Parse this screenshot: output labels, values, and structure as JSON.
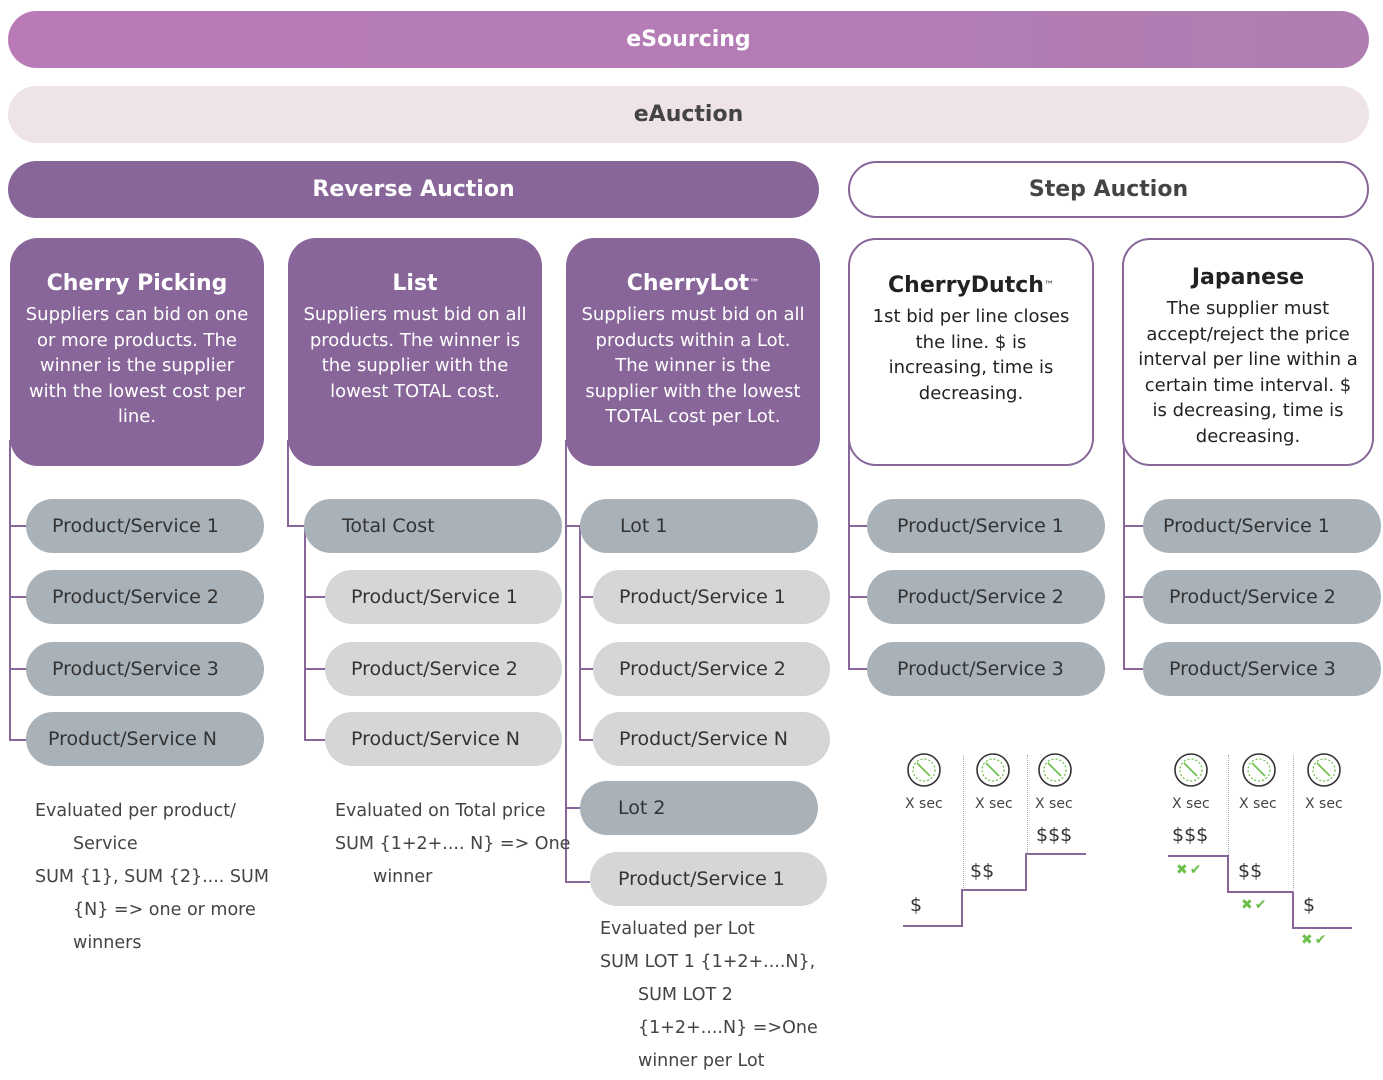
{
  "bands": {
    "esourcing": "eSourcing",
    "eauction": "eAuction",
    "reverse": "Reverse Auction",
    "step": "Step Auction"
  },
  "cards": {
    "cherry_picking": {
      "title": "Cherry Picking",
      "desc": "Suppliers can bid on one or more products. The winner is the supplier with the lowest cost per line."
    },
    "list": {
      "title": "List",
      "desc": "Suppliers must bid on all products. The winner is the supplier with the lowest TOTAL cost."
    },
    "cherrylot": {
      "title": "CherryLot",
      "tm": "™",
      "desc": "Suppliers must bid on all products within a Lot. The winner is the supplier with the lowest TOTAL cost per Lot."
    },
    "cherrydutch": {
      "title": "CherryDutch",
      "tm": "™",
      "desc": "1st bid per line closes the line. $ is increasing, time is decreasing."
    },
    "japanese": {
      "title": "Japanese",
      "desc": "The supplier must accept/reject the price interval per line within a certain time interval. $ is decreasing, time is decreasing."
    }
  },
  "items": {
    "ps1": "Product/Service 1",
    "ps2": "Product/Service 2",
    "ps3": "Product/Service 3",
    "psn": "Product/Service N",
    "total_cost": "Total Cost",
    "lot1": "Lot 1",
    "lot2": "Lot 2"
  },
  "notes": {
    "cherry_picking": [
      "Evaluated per product/",
      "Service",
      "SUM {1}, SUM {2}.... SUM",
      "{N} => one or more",
      "winners"
    ],
    "list": [
      "Evaluated on Total price",
      "SUM {1+2+.... N} => One",
      "winner"
    ],
    "cherrylot": [
      "Evaluated per Lot",
      "SUM LOT 1 {1+2+....N},",
      "SUM LOT 2",
      "{1+2+....N} =>One",
      "winner per Lot"
    ]
  },
  "timers": {
    "label": "X sec",
    "prices": [
      "$",
      "$$",
      "$$$"
    ]
  },
  "colors": {
    "purple": "#88669a",
    "light_purple": "#b97bb8",
    "pill_dark": "#a9b1b9",
    "pill_light": "#d4d6d8",
    "check_green": "#6cbf4a"
  }
}
